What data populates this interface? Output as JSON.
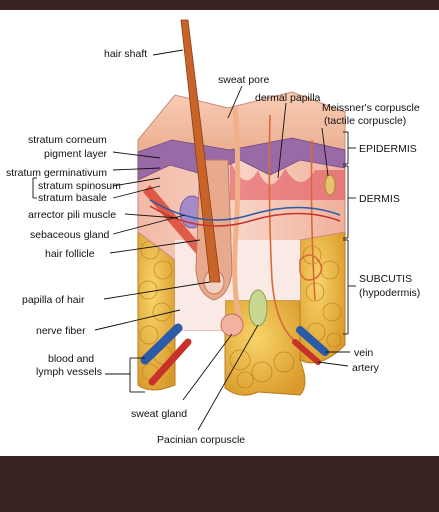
{
  "labels": {
    "hair_shaft": "hair shaft",
    "sweat_pore": "sweat pore",
    "dermal_papilla": "dermal papilla",
    "meissner_1": "Meissner's corpuscle",
    "meissner_2": "(tactile corpuscle)",
    "stratum_corneum": "stratum corneum",
    "pigment_layer": "pigment layer",
    "stratum_germinativum": "stratum germinativum",
    "stratum_spinosum": "stratum spinosum",
    "stratum_basale": "stratum basale",
    "arrector_pili": "arrector pili muscle",
    "sebaceous_gland": "sebaceous gland",
    "hair_follicle": "hair follicle",
    "papilla_of_hair": "papilla of hair",
    "nerve_fiber": "nerve fiber",
    "blood_lymph_1": "blood and",
    "blood_lymph_2": "lymph vessels",
    "sweat_gland": "sweat gland",
    "pacinian": "Pacinian corpuscle",
    "vein": "vein",
    "artery": "artery",
    "epidermis": "EPIDERMIS",
    "dermis": "DERMIS",
    "subcutis_1": "SUBCUTIS",
    "subcutis_2": "(hypodermis)"
  },
  "colors": {
    "frame": "#3a2222",
    "epidermis_top": "#f2b79a",
    "epidermis_purple": "#9a6aa6",
    "dermis": "#f5c7b2",
    "fat": "#e8b53a",
    "hair": "#c8642a",
    "vein": "#2a5aa8",
    "artery": "#c8302a"
  }
}
